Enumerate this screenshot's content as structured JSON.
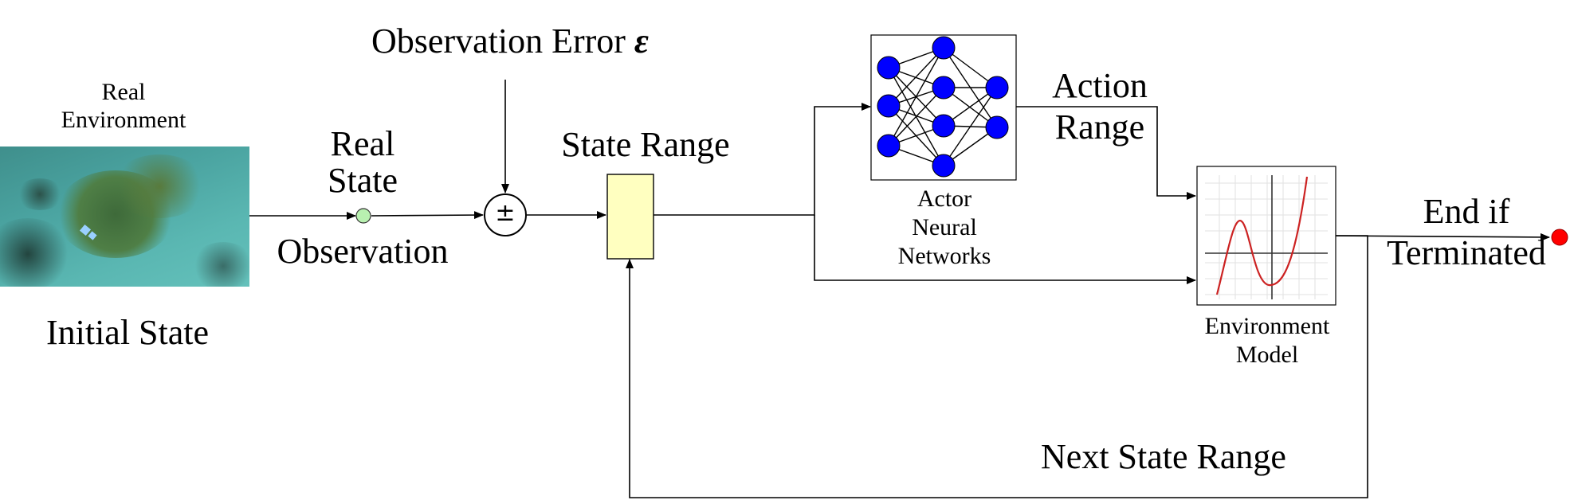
{
  "labels": {
    "real_environment": "Real\nEnvironment",
    "initial_state": "Initial State",
    "real_state": "Real\nState",
    "observation": "Observation",
    "observation_error": "Observation Error",
    "epsilon": "ε",
    "plus_minus": "±",
    "state_range": "State Range",
    "actor_networks": "Actor\nNeural\nNetworks",
    "action_range": "Action\nRange",
    "environment_model": "Environment\nModel",
    "end_if_terminated": "End if\nTerminated",
    "next_state_range": "Next State Range"
  },
  "colors": {
    "line": "#000000",
    "state_range_box": "#ffffc0",
    "neuron": "#0000ff",
    "real_state_dot": "#b8f0b0",
    "terminal_dot": "#ff0000",
    "curve": "#cc2222",
    "photo_water": "#4aa3a0"
  },
  "icons": {
    "real_environment_image": "underwater-seabed-photo",
    "actor": "neural-network-icon",
    "environment_model": "cubic-function-graph-icon"
  }
}
